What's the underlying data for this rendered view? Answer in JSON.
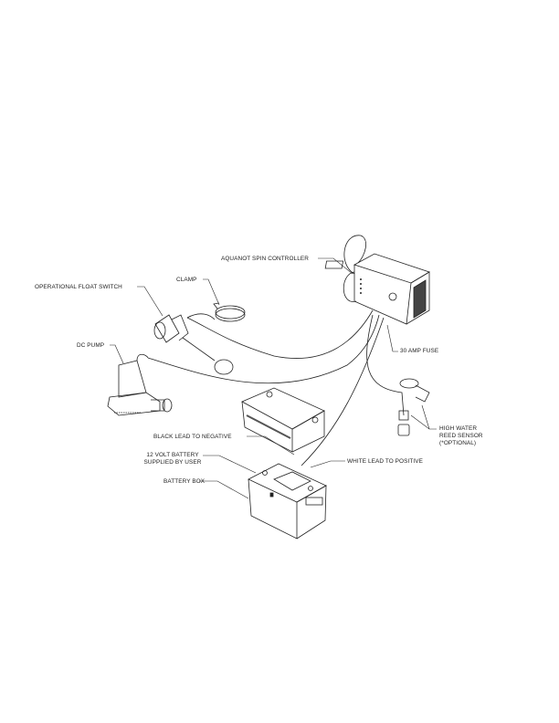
{
  "labels": {
    "controller": "AQUANOT SPIN CONTROLLER",
    "float_switch": "OPERATIONAL FLOAT SWITCH",
    "clamp": "CLAMP",
    "dc_pump": "DC PUMP",
    "fuse": "30 AMP FUSE",
    "sensor_line1": "HIGH WATER",
    "sensor_line2": "REED SENSOR",
    "sensor_line3": "(*OPTIONAL)",
    "black_lead": "BLACK LEAD TO NEGATIVE",
    "battery_line1": "12 VOLT BATTERY",
    "battery_line2": "SUPPLIED BY USER",
    "battery_box": "BATTERY BOX",
    "white_lead": "WHITE LEAD TO POSITIVE"
  }
}
